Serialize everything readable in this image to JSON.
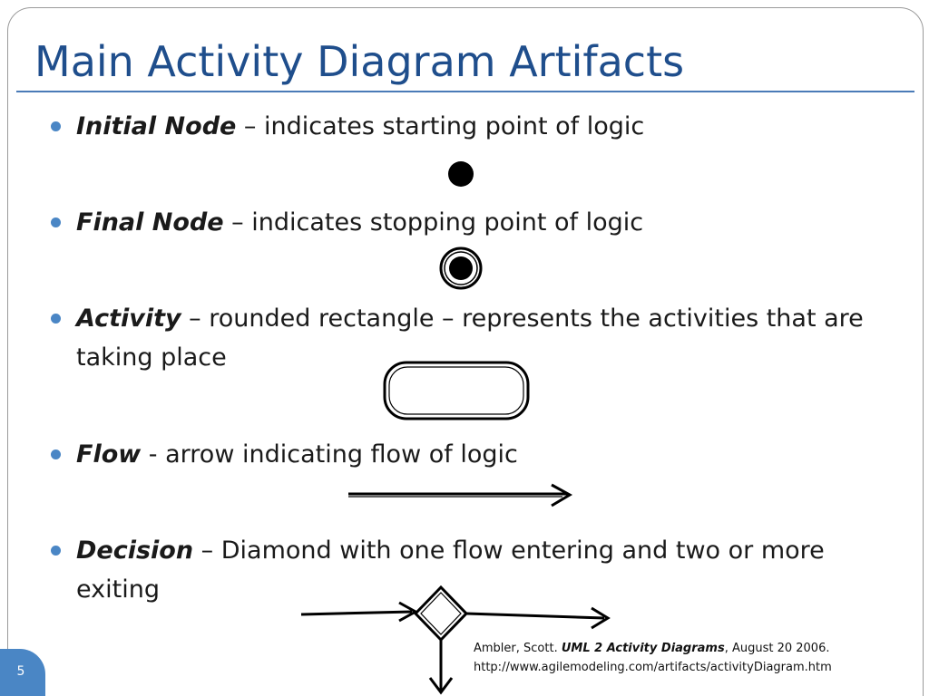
{
  "slide": {
    "title": "Main Activity Diagram Artifacts",
    "page_number": "5"
  },
  "bullets": [
    {
      "term": "Initial Node",
      "separator": " – ",
      "description": "indicates starting point of logic",
      "symbol": "initial-node-icon"
    },
    {
      "term": "Final Node",
      "separator": " – ",
      "description": "indicates stopping point of logic",
      "symbol": "final-node-icon"
    },
    {
      "term": "Activity",
      "separator": " – ",
      "description": "rounded rectangle – represents the activities that are taking place",
      "symbol": "activity-rounded-rectangle-icon"
    },
    {
      "term": "Flow",
      "separator": "  - ",
      "description": "arrow indicating flow of logic",
      "symbol": "flow-arrow-icon"
    },
    {
      "term": "Decision",
      "separator": " – ",
      "description": "Diamond with one flow entering and two or more exiting",
      "symbol": "decision-diamond-icon"
    }
  ],
  "citation": {
    "author": "Ambler, Scott. ",
    "book": "UML 2 Activity Diagrams",
    "date": ",  August 20 2006.",
    "url": "http://www.agilemodeling.com/artifacts/activityDiagram.htm"
  },
  "colors": {
    "title": "#1f4e8c",
    "accent": "#4a86c5",
    "text": "#1a1a1a"
  }
}
